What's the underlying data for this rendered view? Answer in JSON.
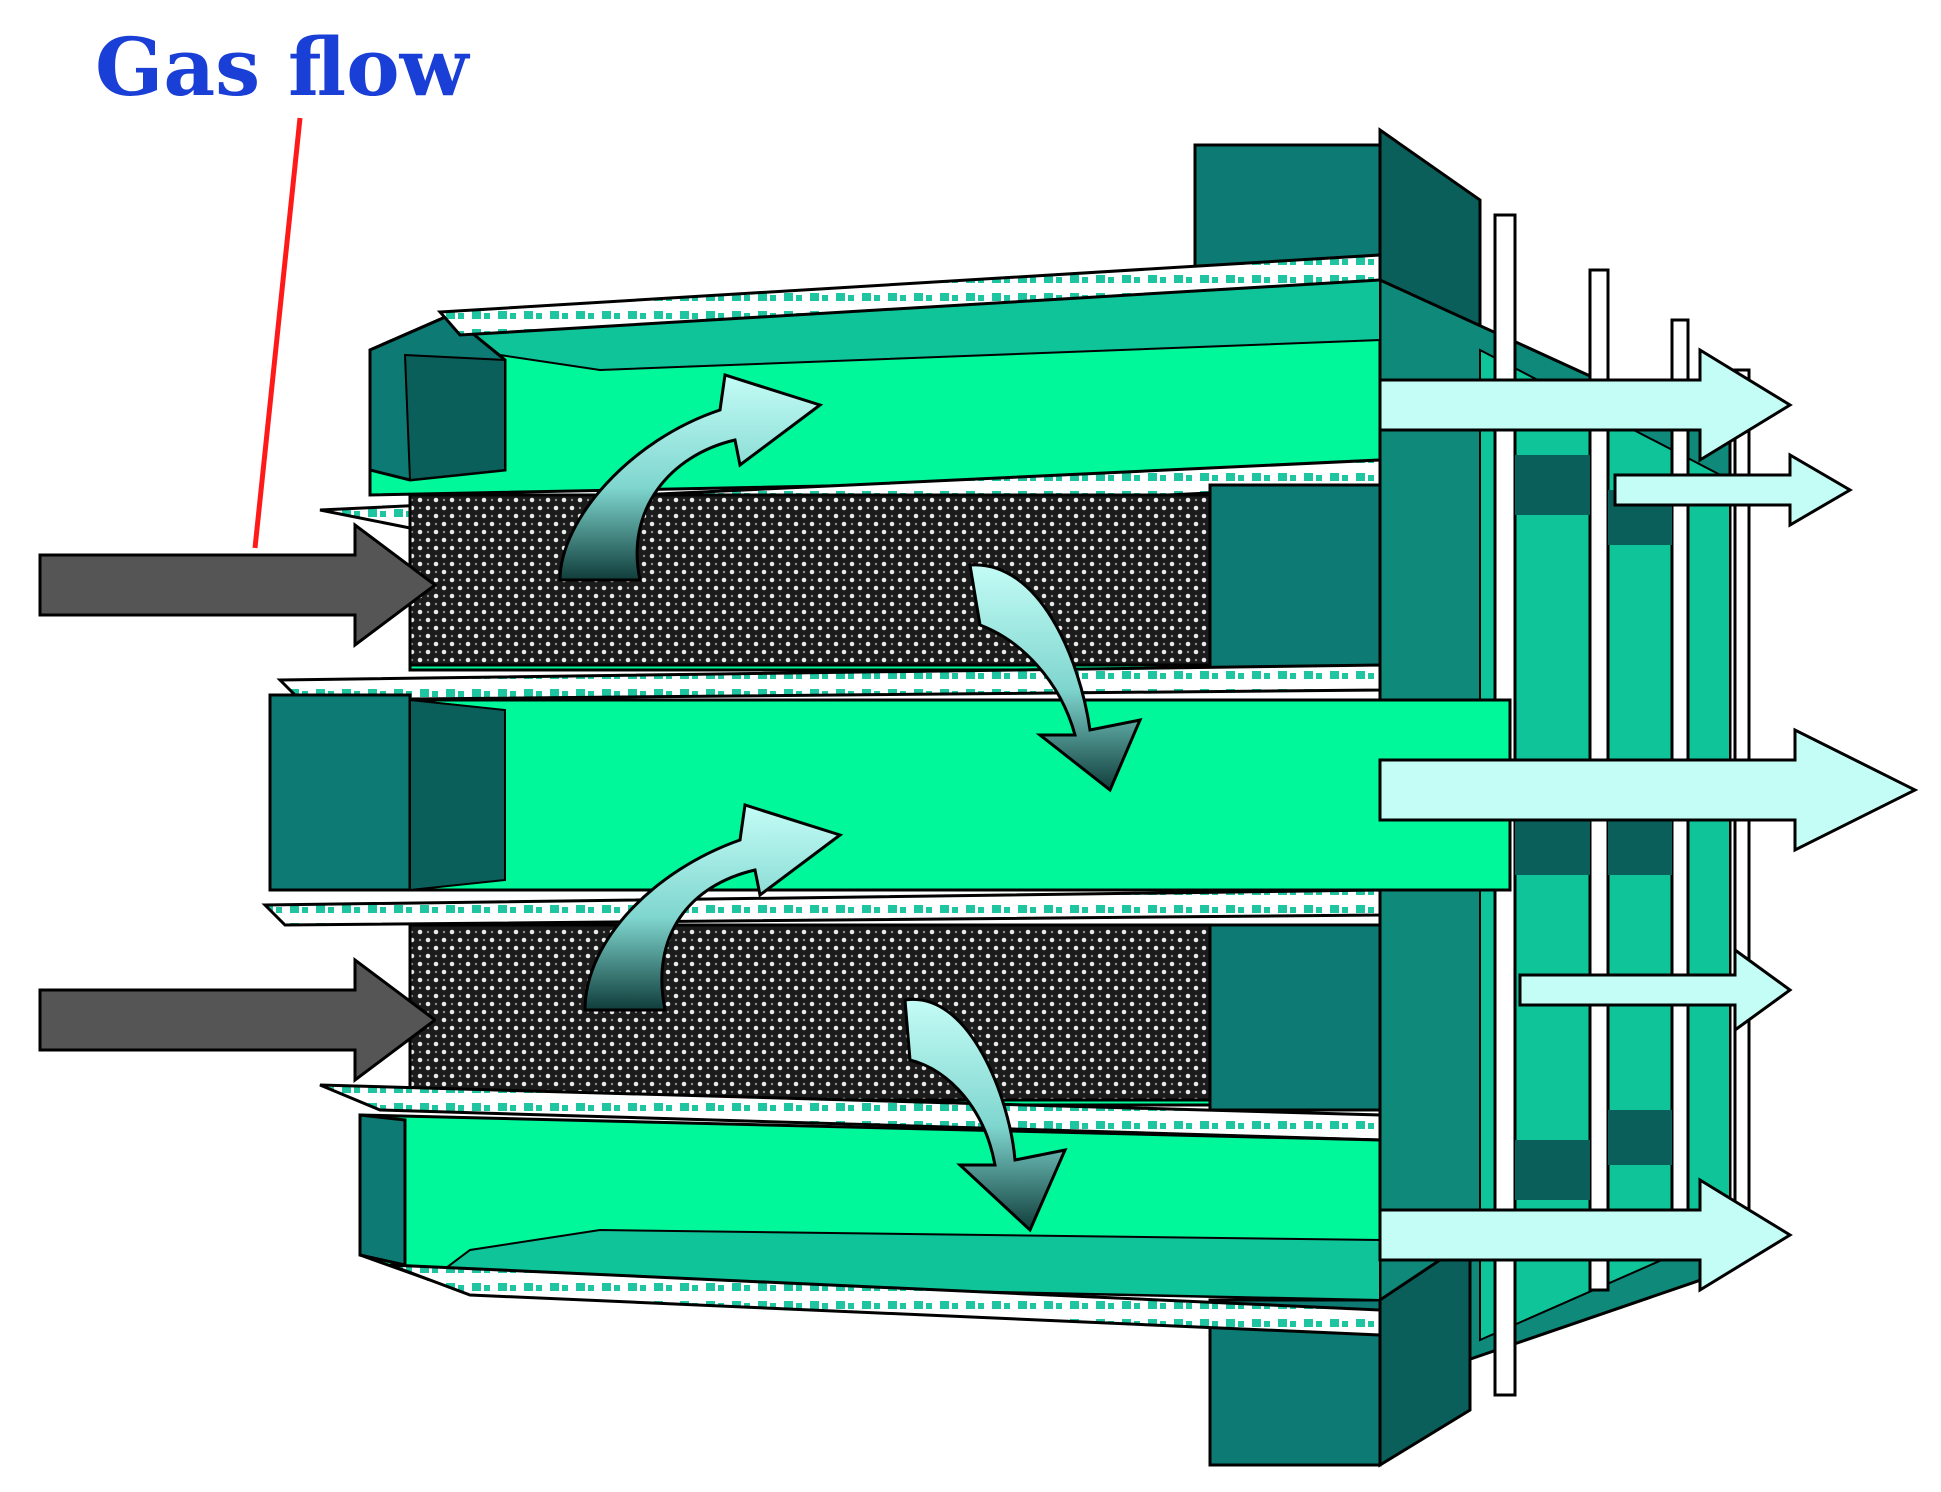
{
  "title": "Gas flow",
  "colors": {
    "label": "#1a3fd6",
    "leader_line": "#ff1a1a",
    "channel_open": "#00f79a",
    "channel_face_dark": "#0e7a74",
    "channel_face_mid": "#13a88a",
    "wall_edge": "#ffffff",
    "wall_dots": "#1fc5a0",
    "plug": "#1b1b1b",
    "inlet_arrow": "#555555",
    "outlet_arrow": "#c4fcf6"
  },
  "icons": {
    "inlet": "dark-arrow-right",
    "outlet": "light-cyan-arrow-right",
    "wall_flow": "curved-arrow-through-wall"
  }
}
